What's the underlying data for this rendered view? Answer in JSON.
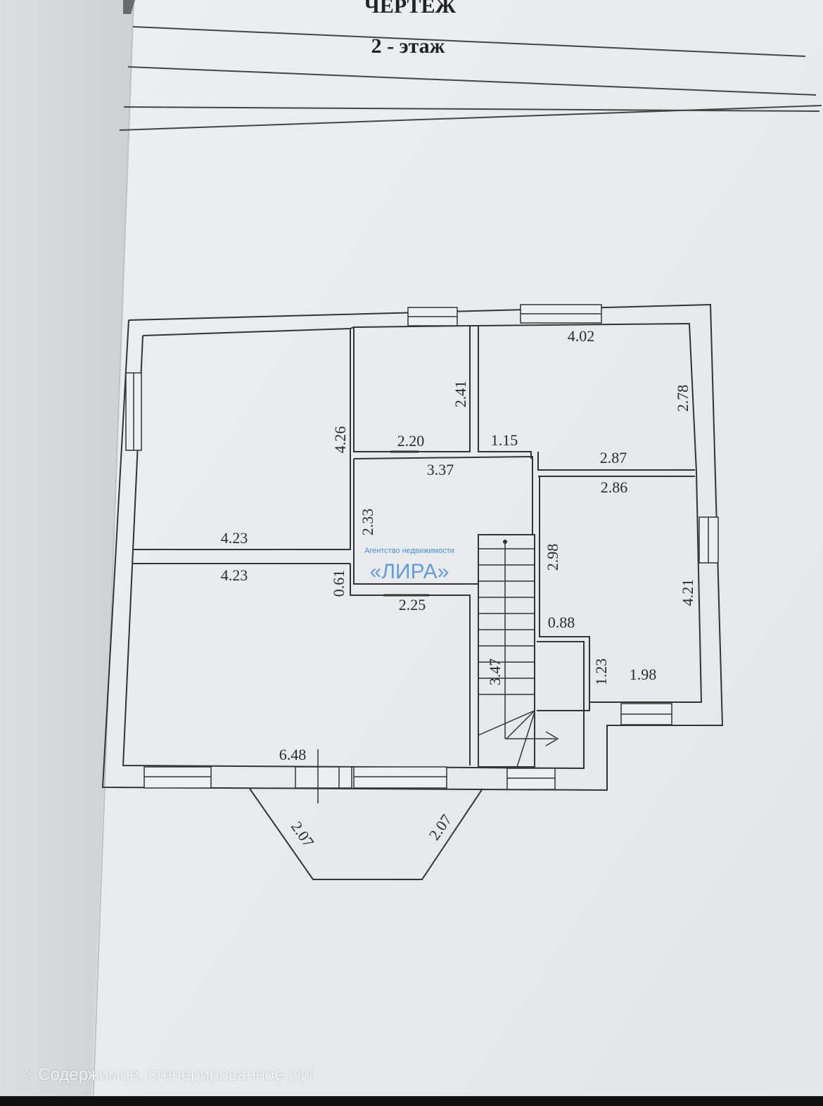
{
  "header": {
    "doc_title": "ЧЕРТЕЖ",
    "floor_title": "2 - этаж"
  },
  "dimensions": {
    "top_right_room_width": "4.02",
    "small_room_height": "2.41",
    "top_right_room_height": "2.78",
    "left_room_height": "4.26",
    "small_room_width": "2.20",
    "corridor_short": "1.15",
    "top_right_room_lower": "2.87",
    "hall_width": "3.37",
    "right_room_width": "2.86",
    "hall_height": "2.33",
    "right_room_left": "2.98",
    "upper_left_room_width": "4.23",
    "lower_left_room_width": "4.23",
    "passage": "0.61",
    "hall_lower_width": "2.25",
    "right_room_height": "4.21",
    "bath_width": "0.88",
    "stair_length": "3.47",
    "bath_height": "1.23",
    "right_room_bottom": "1.98",
    "bottom_wall": "6.48",
    "bay_left": "2.07",
    "bay_right": "2.07"
  },
  "watermark": {
    "agency_line": "Агентство недвижимости",
    "brand": "«ЛИРА»"
  },
  "footer": {
    "ai_icon": "sparkle-icon",
    "ai_label": "Содержимое, сгенерированное ИИ"
  }
}
